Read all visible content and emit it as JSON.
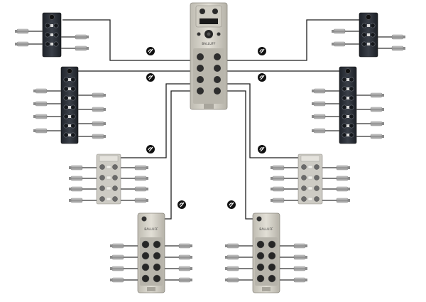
{
  "master": {
    "logo_text": "BALLUFF"
  },
  "hubs": [
    {
      "id": "hub-top-left",
      "style": "black",
      "label": ""
    },
    {
      "id": "hub-top-right",
      "style": "black",
      "label": ""
    },
    {
      "id": "hub-mid-left",
      "style": "black",
      "label": ""
    },
    {
      "id": "hub-mid-right",
      "style": "black",
      "label": ""
    },
    {
      "id": "hub-low-left",
      "style": "grey",
      "label": ""
    },
    {
      "id": "hub-low-right",
      "style": "grey",
      "label": ""
    },
    {
      "id": "hub-bottom-left",
      "style": "silver",
      "label": "BALLUFF"
    },
    {
      "id": "hub-bottom-right",
      "style": "silver",
      "label": "BALLUFF"
    }
  ],
  "link_icon": "io-link-icon",
  "colors": {
    "cable": "#222222",
    "sensor_body": "#9a9a9a",
    "hub_black": "#2b2f36",
    "hub_grey": "#c8c8c2",
    "hub_silver": "#d6d3c8",
    "port": "#3a3a3a"
  }
}
